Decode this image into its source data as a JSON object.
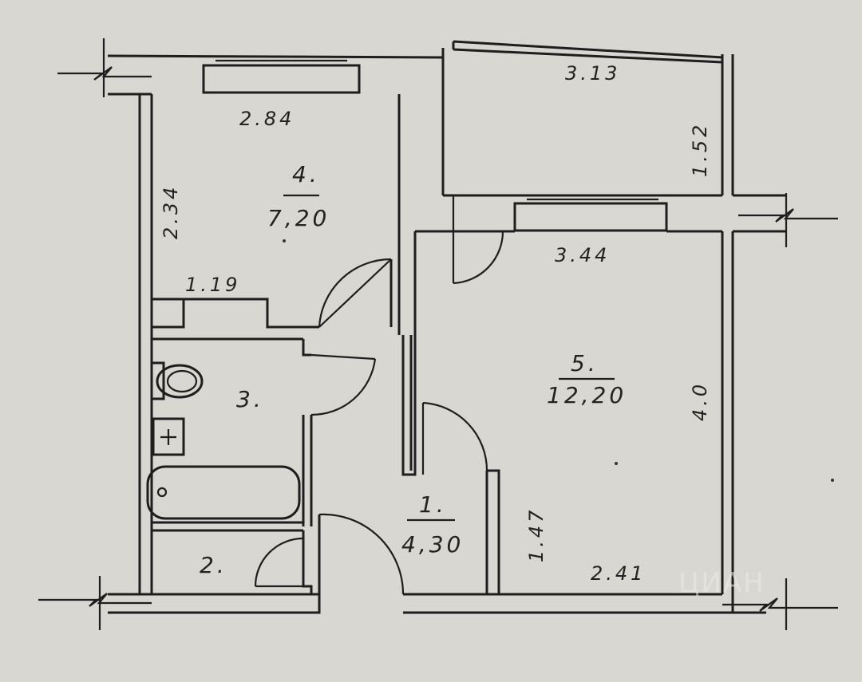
{
  "rooms": [
    {
      "id": "1",
      "number": "1.",
      "area": "4,30"
    },
    {
      "id": "2",
      "number": "2.",
      "area": ""
    },
    {
      "id": "3",
      "number": "3.",
      "area": ""
    },
    {
      "id": "4",
      "number": "4.",
      "area": "7,20"
    },
    {
      "id": "5",
      "number": "5.",
      "area": "12,20"
    }
  ],
  "dimensions": {
    "room4_top": "2.84",
    "room4_side": "2.34",
    "room4_bottom": "1.19",
    "balcony_top": "3.13",
    "balcony_side": "1.52",
    "room5_top": "3.44",
    "room5_side": "4.0",
    "room5_bottom": "2.41",
    "room5_niche": "1.47"
  },
  "watermark": "ЦИАН",
  "colors": {
    "paper": "#d8d7d2",
    "ink": "#1e1e1e"
  }
}
